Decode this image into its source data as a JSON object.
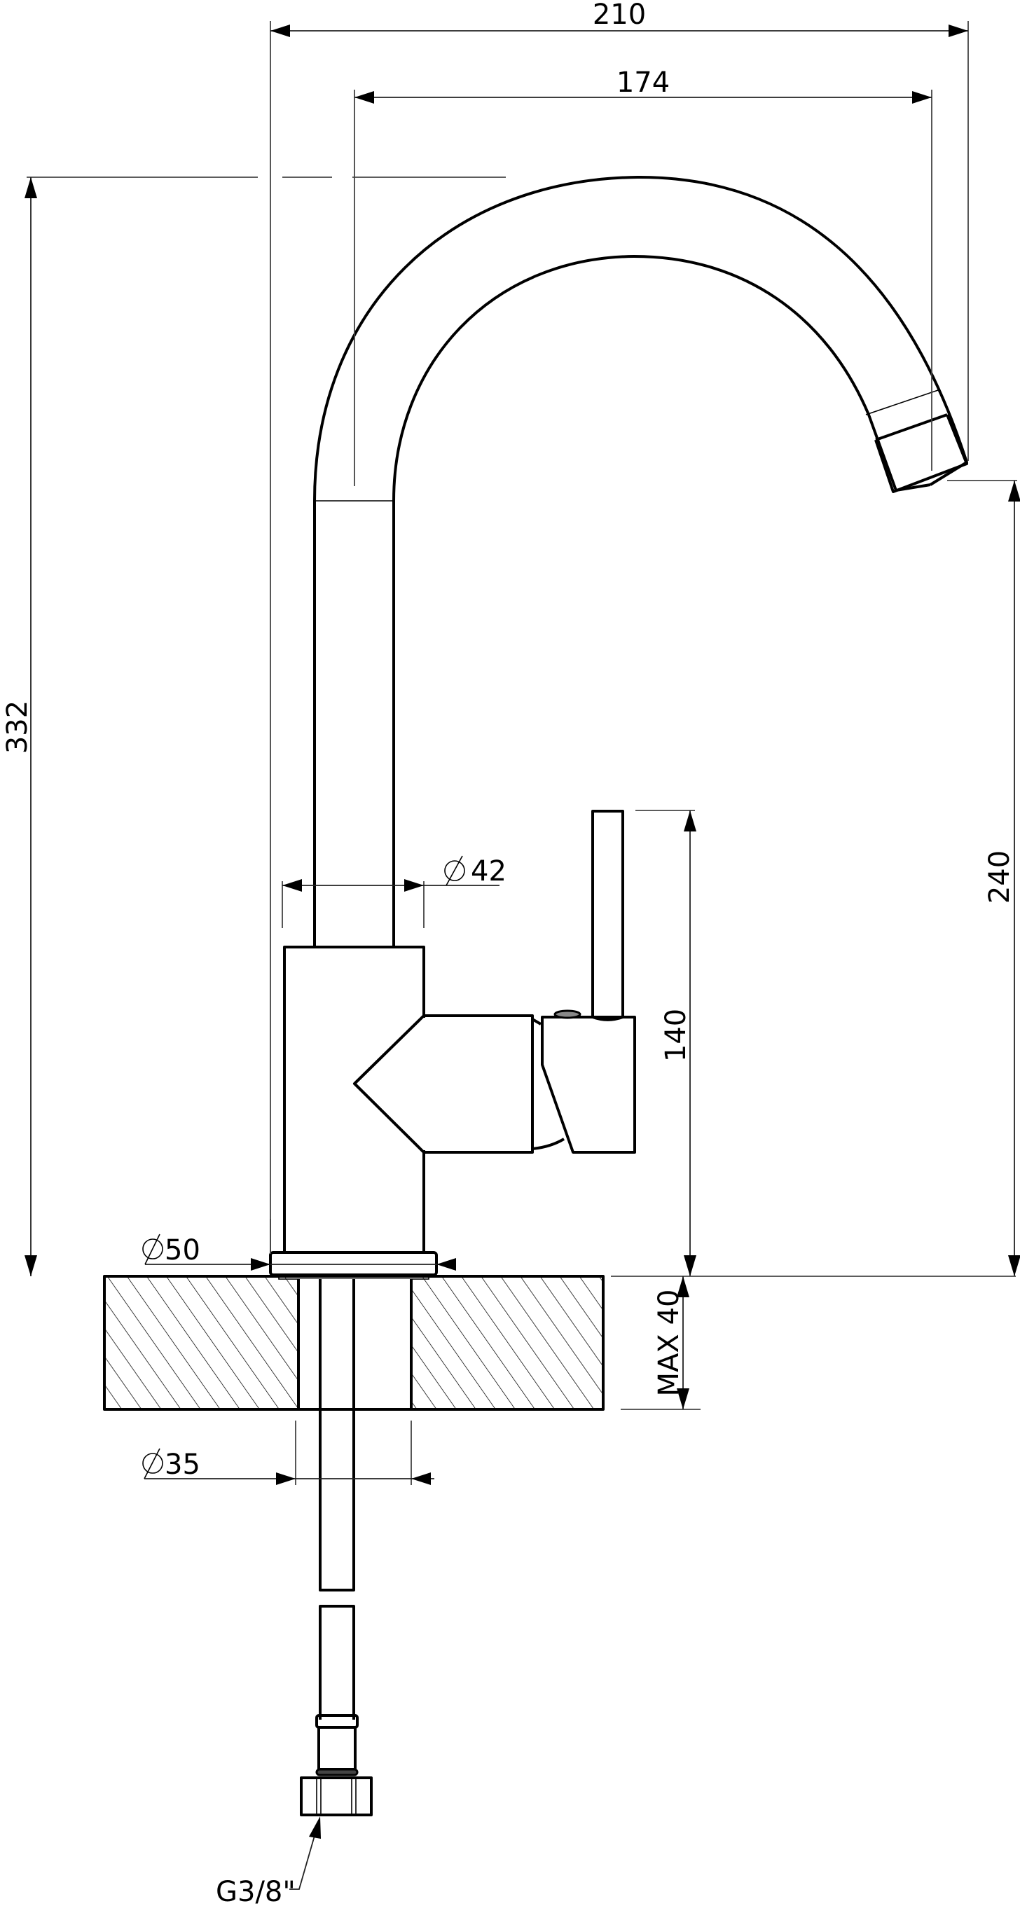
{
  "drawing": {
    "subject": "Single-lever kitchen faucet with swivel spout - side elevation technical drawing",
    "units": "mm",
    "colors": {
      "line": "#000000",
      "extension_line": "#444444",
      "background": "#ffffff"
    }
  },
  "dimensions": {
    "overall_reach": {
      "value": "210",
      "orientation": "horizontal"
    },
    "spout_reach": {
      "value": "174",
      "orientation": "horizontal"
    },
    "overall_height": {
      "value": "332",
      "orientation": "vertical"
    },
    "spout_outlet_height": {
      "value": "240",
      "orientation": "vertical"
    },
    "lever_height": {
      "value": "140",
      "orientation": "vertical"
    },
    "countertop_thickness": {
      "value": "MAX 40",
      "orientation": "vertical"
    },
    "spout_diameter": {
      "symbol": "⌀",
      "value": "42"
    },
    "base_diameter": {
      "symbol": "⌀",
      "value": "50"
    },
    "mounting_hole_diameter": {
      "symbol": "⌀",
      "value": "35"
    },
    "hose_connection": {
      "value": "G3/8\""
    }
  }
}
